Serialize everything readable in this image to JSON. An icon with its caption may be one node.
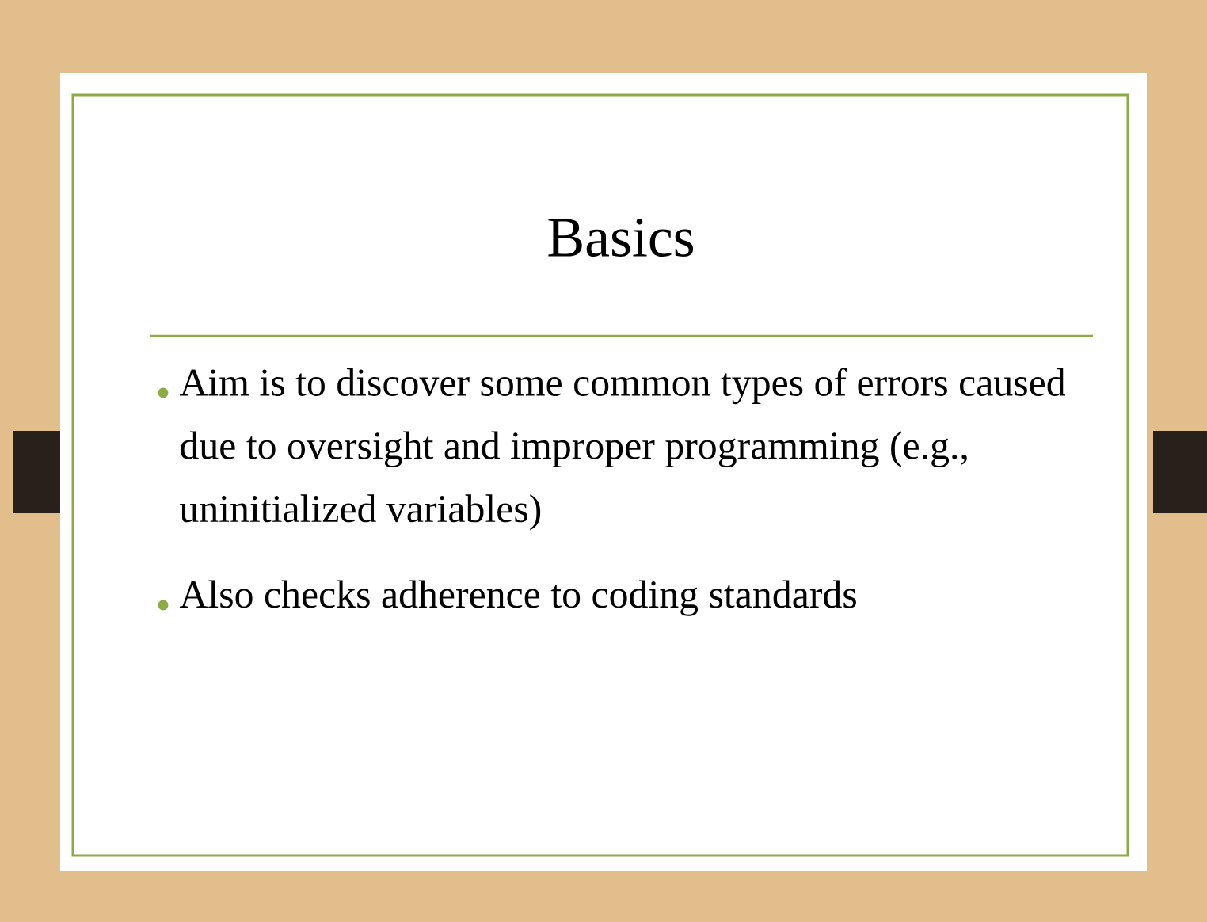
{
  "diagram": {
    "title": "Basics",
    "labels": [
      "Aim is to discover some common types of errors caused due to oversight and improper programming (e.g., uninitialized variables)",
      "Also checks adherence to coding standards"
    ]
  }
}
